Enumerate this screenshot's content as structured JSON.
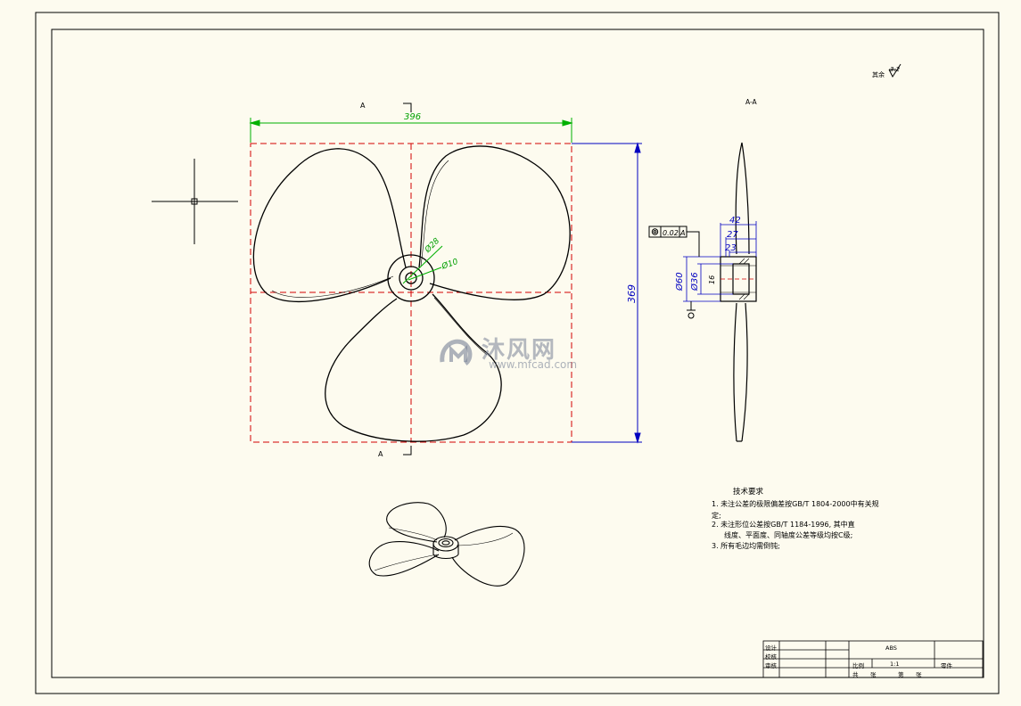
{
  "drawing": {
    "section_marker_top": "A",
    "section_marker_bottom": "A",
    "section_view_label": "A-A",
    "roughness_prefix": "其余",
    "roughness_value": "3.2"
  },
  "dimensions": {
    "width": "396",
    "height": "369",
    "hole_d10": "Ø10",
    "hole_d28": "Ø28",
    "hub_d60": "Ø60",
    "hub_d36": "Ø36",
    "len_42": "42",
    "len_27": "27",
    "len_23": "23",
    "small_16": "16",
    "tolerance": "0.02",
    "datum": "A"
  },
  "tech_requirements": {
    "title": "技术要求",
    "lines": [
      "1. 未注公差的极限偏差按GB/T 1804-2000中有关规",
      "定;",
      "2. 未注形位公差按GB/T 1184-1996, 其中直",
      "线度、平面度、同轴度公差等级均按C级;",
      "3. 所有毛边均需倒钝;"
    ]
  },
  "title_block": {
    "design": "设计",
    "check": "校核",
    "review": "审核",
    "material": "ABS",
    "scale_label": "比例",
    "scale_value": "1:1",
    "part_label": "零件",
    "total_label": "共",
    "sheet_unit": "张",
    "page_label": "第",
    "page_unit": "张"
  },
  "watermark": {
    "brand": "沐风网",
    "url": "www.mfcad.com"
  },
  "colors": {
    "background": "#fdfbef",
    "frame": "#000000",
    "centerline": "#d40000",
    "dimension_green": "#00b000",
    "dimension_blue": "#0000c0"
  }
}
